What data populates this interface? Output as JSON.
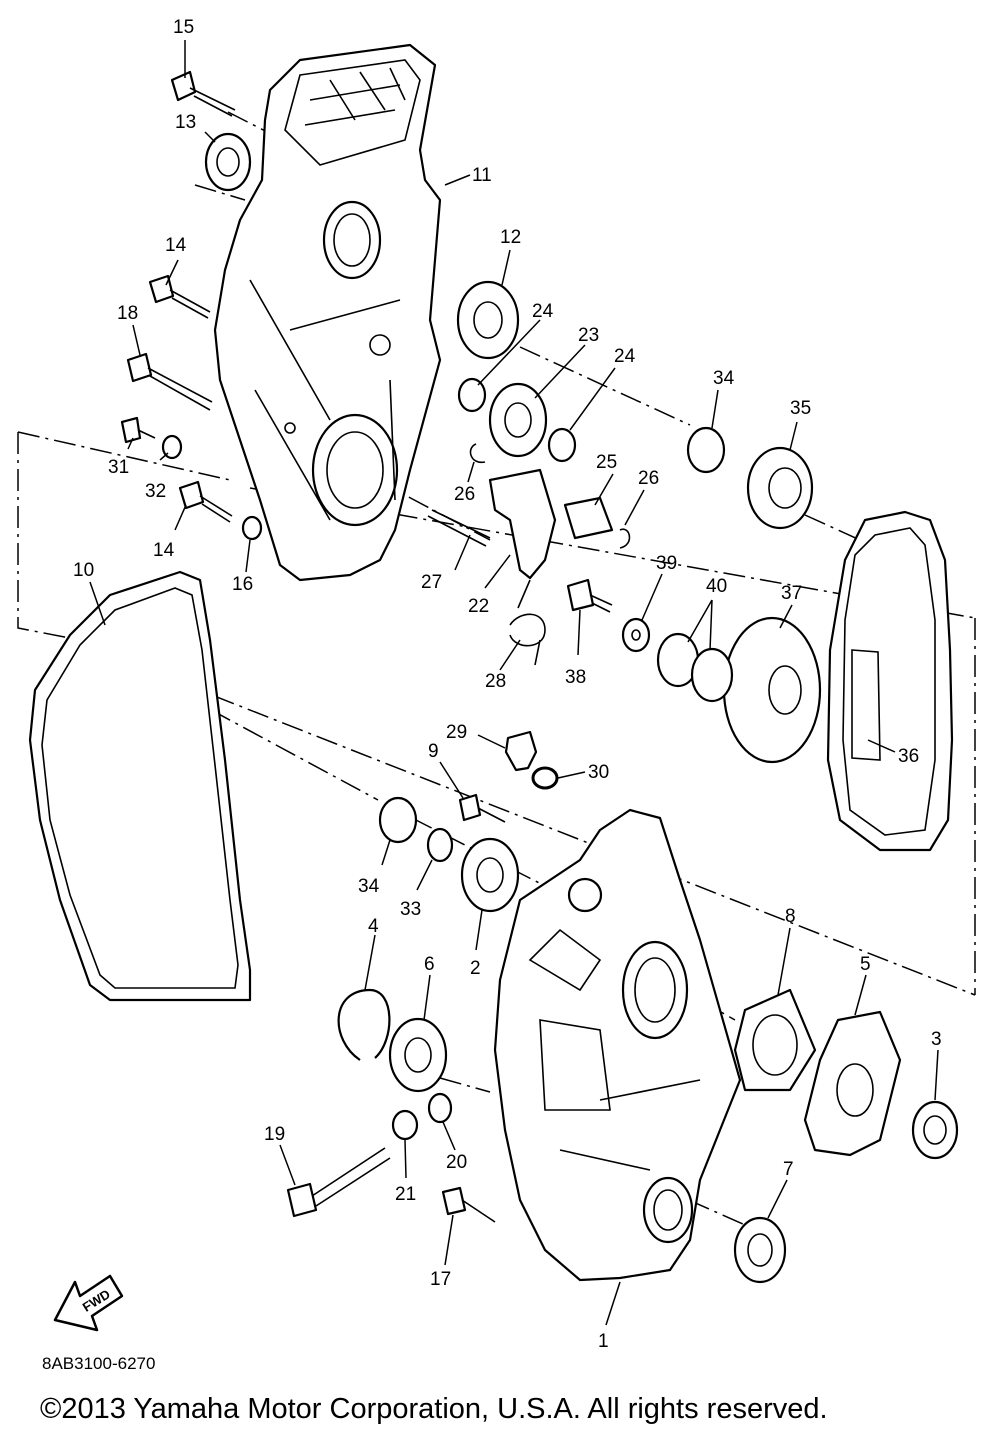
{
  "diagram_code": "8AB3100-6270",
  "copyright": "©2013 Yamaha Motor Corporation, U.S.A. All rights reserved.",
  "direction_badge": "FWD",
  "callouts": [
    "15",
    "13",
    "11",
    "14",
    "12",
    "18",
    "24",
    "23",
    "24",
    "34",
    "35",
    "31",
    "32",
    "26",
    "25",
    "26",
    "14",
    "16",
    "27",
    "22",
    "10",
    "39",
    "40",
    "37",
    "28",
    "38",
    "36",
    "29",
    "9",
    "30",
    "34",
    "33",
    "2",
    "8",
    "4",
    "6",
    "5",
    "3",
    "19",
    "21",
    "20",
    "7",
    "17",
    "1"
  ]
}
